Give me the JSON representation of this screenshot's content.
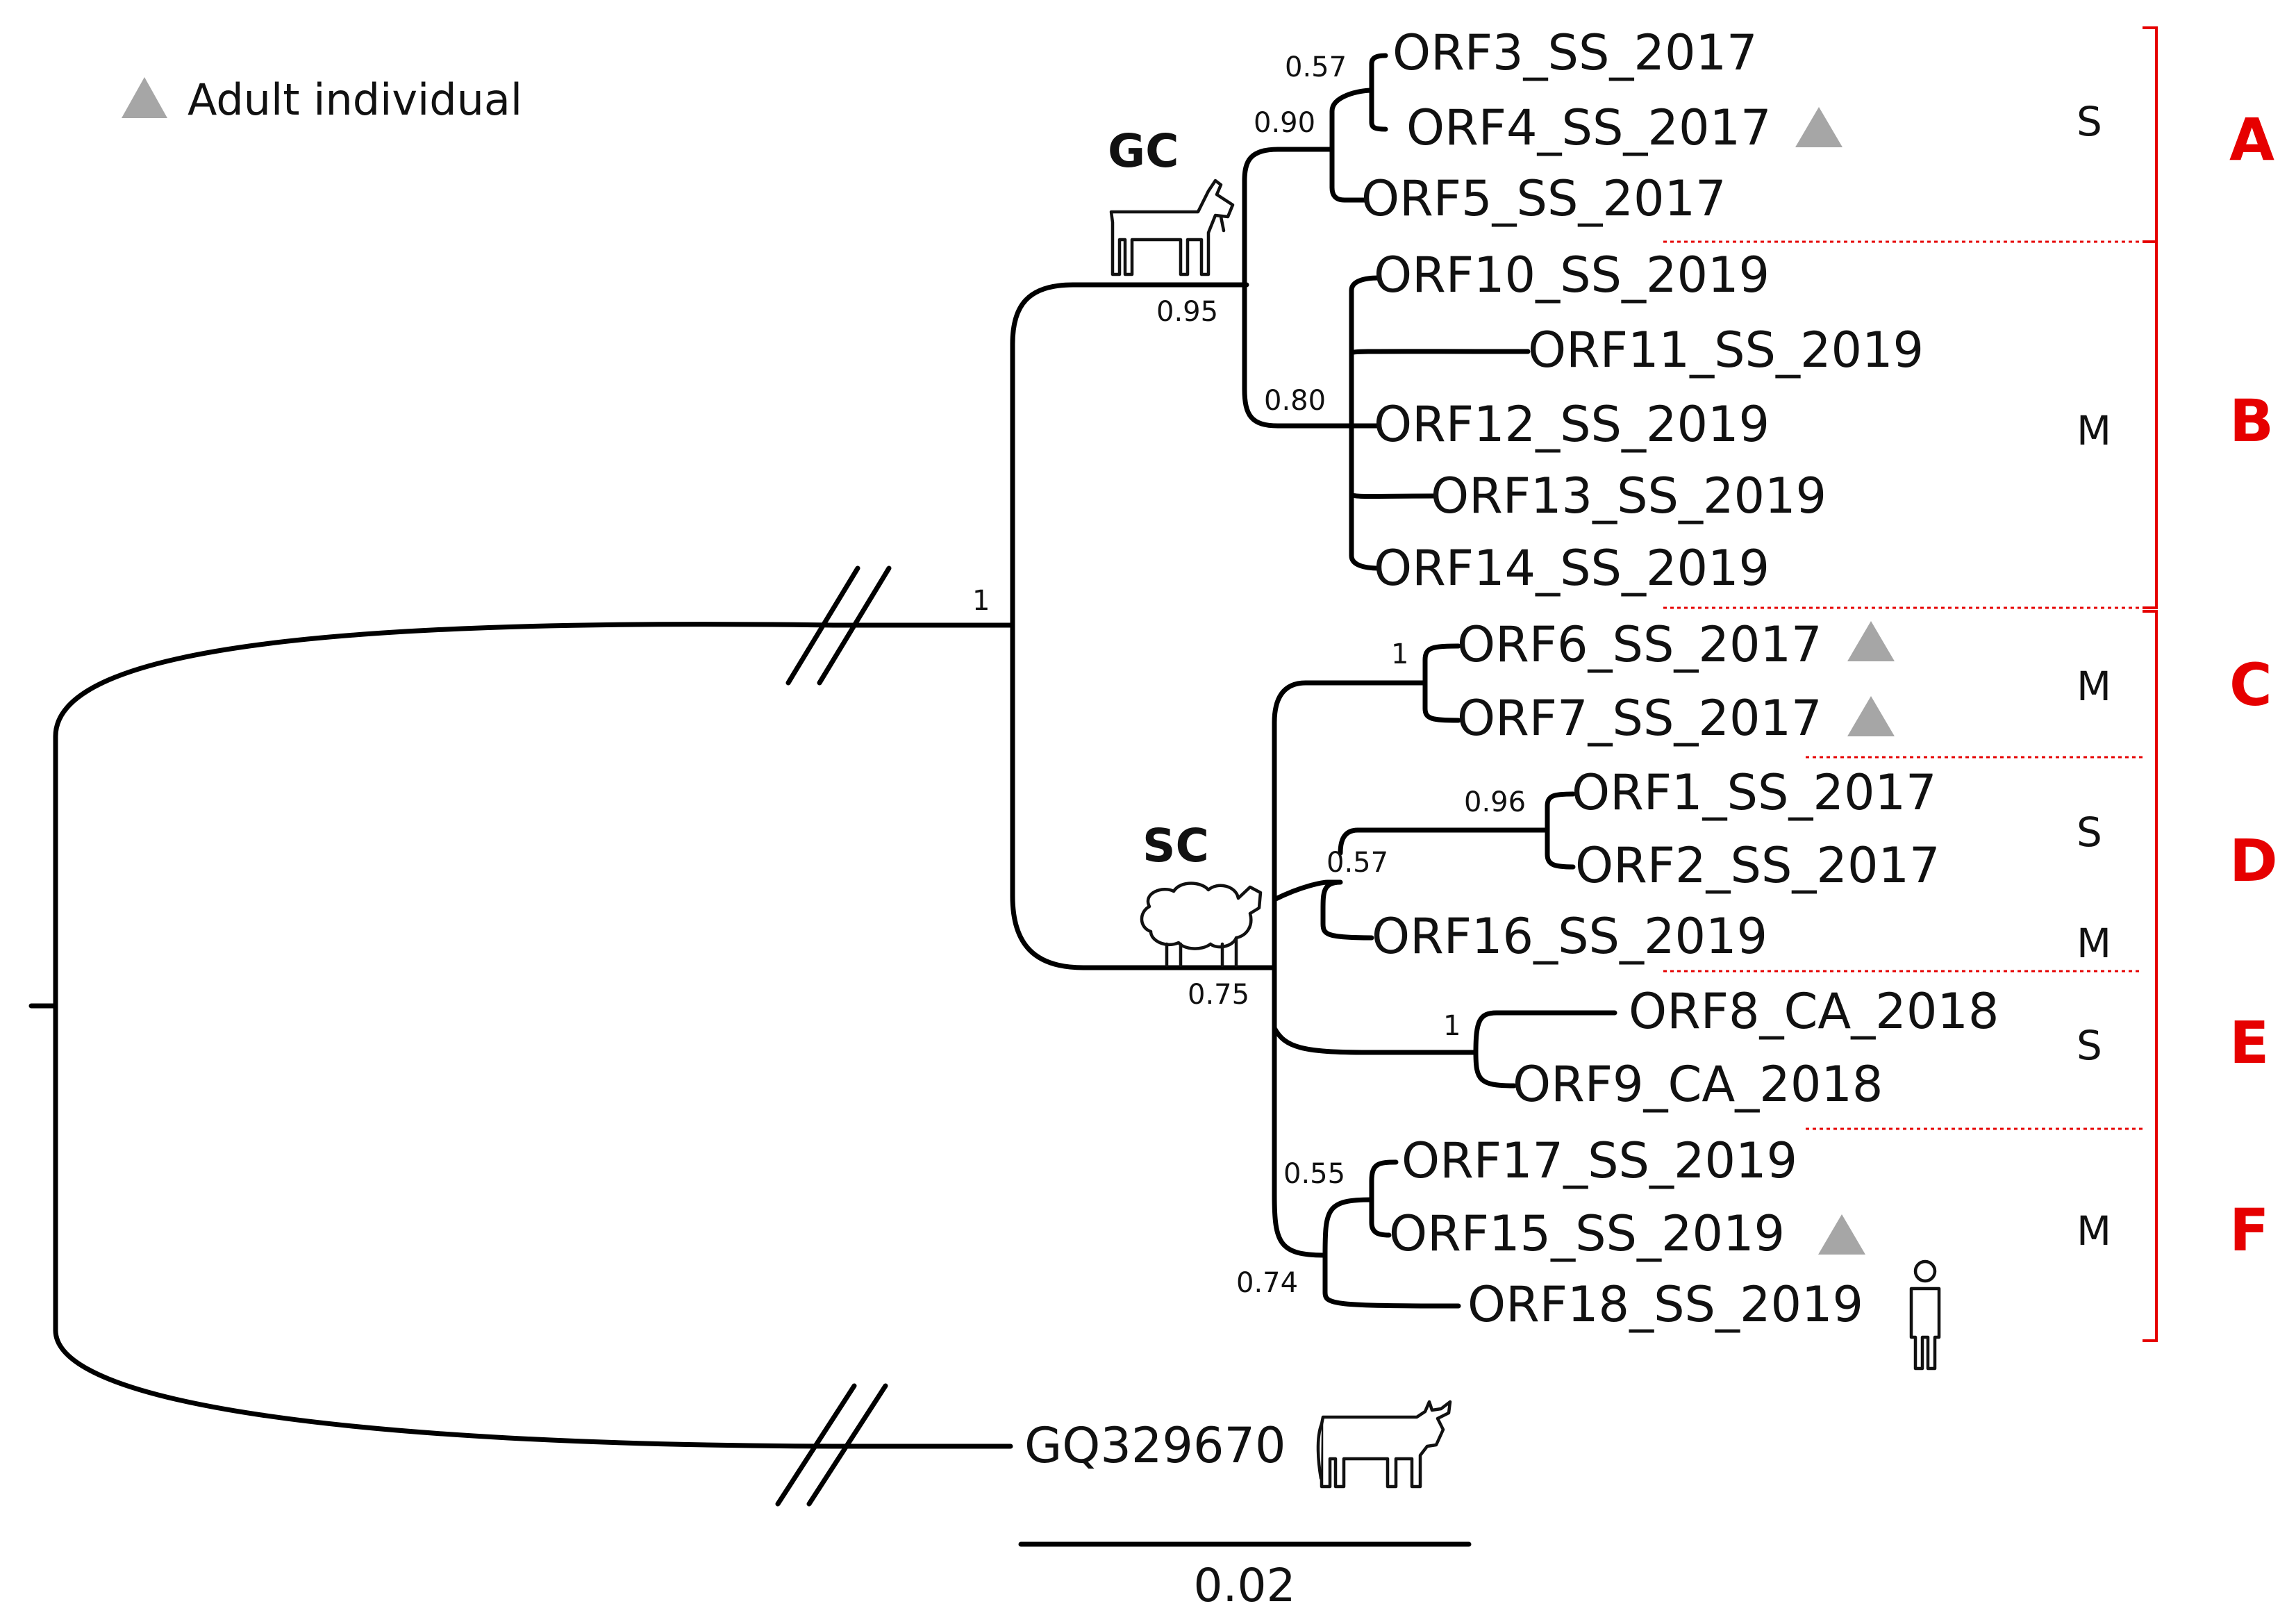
{
  "legend": {
    "label": "Adult individual",
    "color": "#a6a6a6"
  },
  "hosts": {
    "goat": "GC",
    "sheep": "SC"
  },
  "tips": [
    {
      "id": "ORF3",
      "label": "ORF3_SS_2017",
      "adult": false
    },
    {
      "id": "ORF4",
      "label": "ORF4_SS_2017",
      "adult": true
    },
    {
      "id": "ORF5",
      "label": "ORF5_SS_2017",
      "adult": false
    },
    {
      "id": "ORF10",
      "label": "ORF10_SS_2019",
      "adult": false
    },
    {
      "id": "ORF11",
      "label": "ORF11_SS_2019",
      "adult": false
    },
    {
      "id": "ORF12",
      "label": "ORF12_SS_2019",
      "adult": false
    },
    {
      "id": "ORF13",
      "label": "ORF13_SS_2019",
      "adult": false
    },
    {
      "id": "ORF14",
      "label": "ORF14_SS_2019",
      "adult": false
    },
    {
      "id": "ORF6",
      "label": "ORF6_SS_2017",
      "adult": true
    },
    {
      "id": "ORF7",
      "label": "ORF7_SS_2017",
      "adult": true
    },
    {
      "id": "ORF1",
      "label": "ORF1_SS_2017",
      "adult": false
    },
    {
      "id": "ORF2",
      "label": "ORF2_SS_2017",
      "adult": false
    },
    {
      "id": "ORF16",
      "label": "ORF16_SS_2019",
      "adult": false
    },
    {
      "id": "ORF8",
      "label": "ORF8_CA_2018",
      "adult": false
    },
    {
      "id": "ORF9",
      "label": "ORF9_CA_2018",
      "adult": false
    },
    {
      "id": "ORF17",
      "label": "ORF17_SS_2019",
      "adult": false
    },
    {
      "id": "ORF15",
      "label": "ORF15_SS_2019",
      "adult": true
    },
    {
      "id": "ORF18",
      "label": "ORF18_SS_2019",
      "adult": false
    },
    {
      "id": "GQ",
      "label": "GQ329670",
      "adult": false
    }
  ],
  "support": {
    "root_ingroup": "1",
    "goat_clade": "0.95",
    "sheep_clade": "0.75",
    "clade_a": "0.90",
    "orf3_orf4": "0.57",
    "clade_b": "0.80",
    "orf6_orf7": "1",
    "clade_d": "0.57",
    "orf1_orf2": "0.96",
    "orf8_orf9": "1",
    "clade_f": "0.74",
    "orf17_orf15": "0.55"
  },
  "groups": [
    {
      "letter": "A",
      "infections": [
        "S"
      ]
    },
    {
      "letter": "B",
      "infections": [
        "M"
      ]
    },
    {
      "letter": "C",
      "infections": [
        "M"
      ]
    },
    {
      "letter": "D",
      "infections": [
        "S",
        "M"
      ]
    },
    {
      "letter": "E",
      "infections": [
        "S"
      ]
    },
    {
      "letter": "F",
      "infections": [
        "M"
      ]
    }
  ],
  "scale_bar": {
    "label": "0.02",
    "value": 0.02
  },
  "colors": {
    "group": "#e60000",
    "branch": "#000000",
    "adult_marker": "#a6a6a6"
  },
  "icons": {
    "goat": "goat-icon",
    "sheep": "sheep-icon",
    "cow": "cow-icon",
    "human": "human-icon"
  }
}
